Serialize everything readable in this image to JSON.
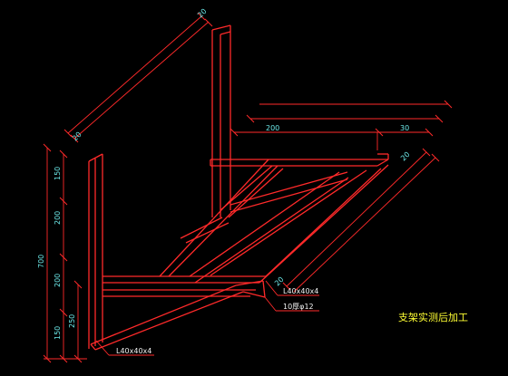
{
  "dimensions": {
    "top_diag": "20",
    "left_diag": "20",
    "right_diag": "20",
    "bottom_diag": "20",
    "horiz_200": "200",
    "horiz_30": "30",
    "vert_total": "700",
    "vert_150_top": "150",
    "vert_200_a": "200",
    "vert_200_b": "200",
    "vert_150_bottom": "150",
    "vert_250": "250"
  },
  "labels": {
    "angle_top": "L40x40x4",
    "bolt": "10厚φ12",
    "angle_bottom": "L40x40x4",
    "note": "支架实测后加工"
  },
  "colors": {
    "line": "#ff2a2a",
    "dim_text": "#6be6e6",
    "label_text": "#f2f2f2",
    "note_text": "#ffff33",
    "background": "#000000"
  }
}
